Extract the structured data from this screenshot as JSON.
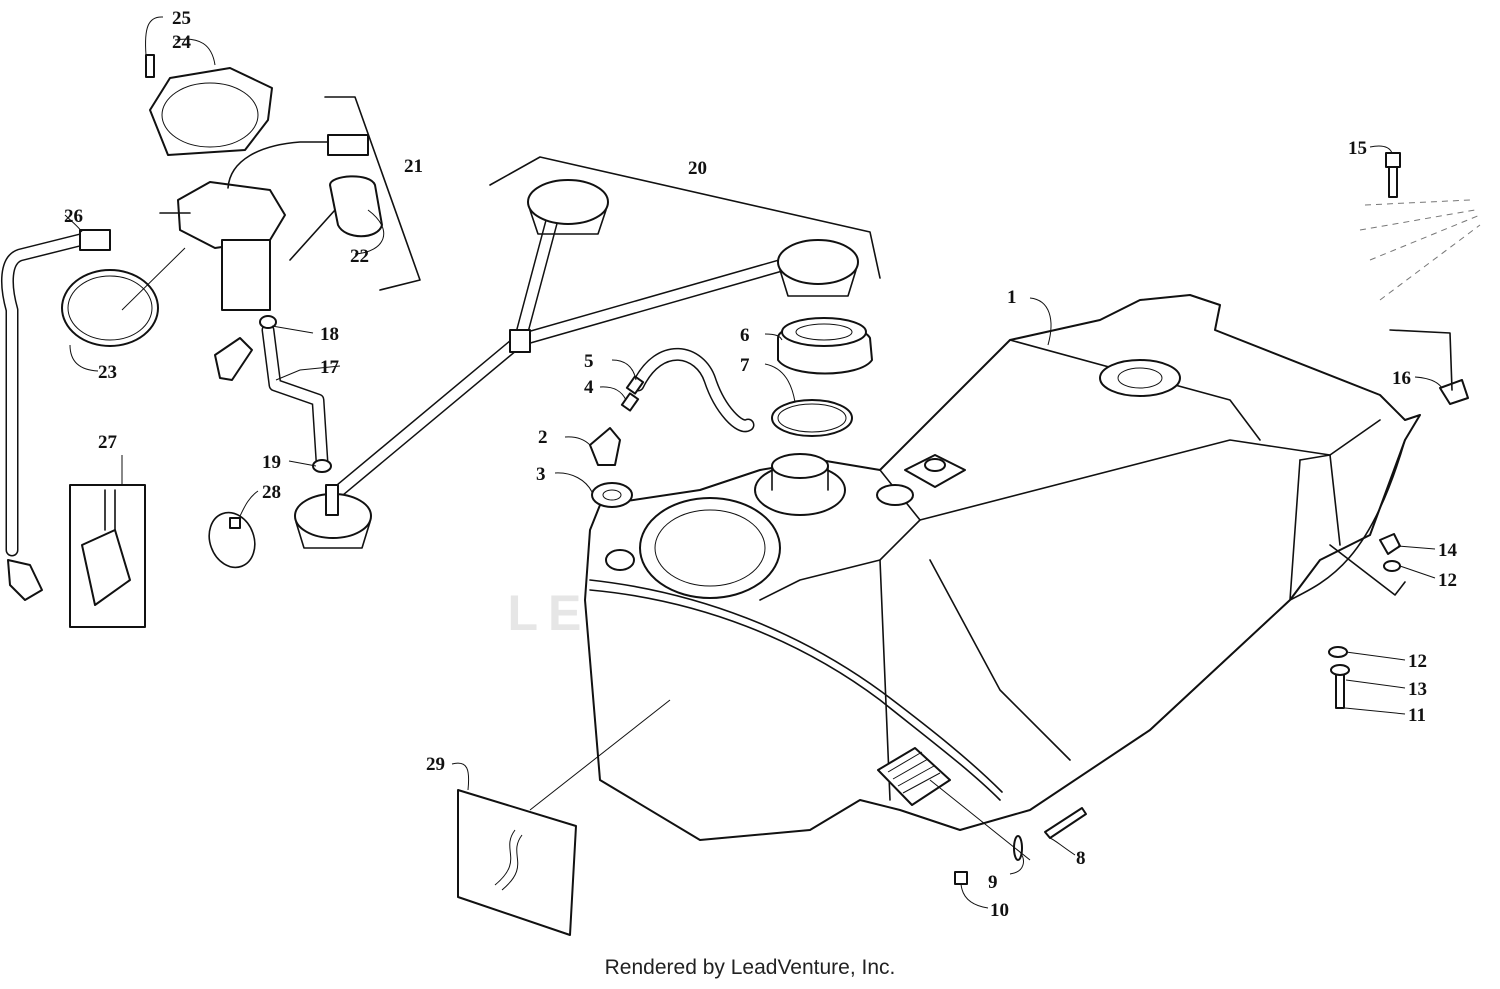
{
  "watermark": "LEADVENTURE",
  "footer": "Rendered by LeadVenture, Inc.",
  "callouts": [
    {
      "id": "1",
      "label": "1"
    },
    {
      "id": "2",
      "label": "2"
    },
    {
      "id": "3",
      "label": "3"
    },
    {
      "id": "4",
      "label": "4"
    },
    {
      "id": "5",
      "label": "5"
    },
    {
      "id": "6",
      "label": "6"
    },
    {
      "id": "7",
      "label": "7"
    },
    {
      "id": "8",
      "label": "8"
    },
    {
      "id": "9",
      "label": "9"
    },
    {
      "id": "10",
      "label": "10"
    },
    {
      "id": "11",
      "label": "11"
    },
    {
      "id": "12a",
      "label": "12"
    },
    {
      "id": "12b",
      "label": "12"
    },
    {
      "id": "13",
      "label": "13"
    },
    {
      "id": "14",
      "label": "14"
    },
    {
      "id": "15",
      "label": "15"
    },
    {
      "id": "16",
      "label": "16"
    },
    {
      "id": "17",
      "label": "17"
    },
    {
      "id": "18",
      "label": "18"
    },
    {
      "id": "19",
      "label": "19"
    },
    {
      "id": "20",
      "label": "20"
    },
    {
      "id": "21",
      "label": "21"
    },
    {
      "id": "22",
      "label": "22"
    },
    {
      "id": "23",
      "label": "23"
    },
    {
      "id": "24",
      "label": "24"
    },
    {
      "id": "25",
      "label": "25"
    },
    {
      "id": "26",
      "label": "26"
    },
    {
      "id": "27",
      "label": "27"
    },
    {
      "id": "28",
      "label": "28"
    },
    {
      "id": "29",
      "label": "29"
    }
  ]
}
